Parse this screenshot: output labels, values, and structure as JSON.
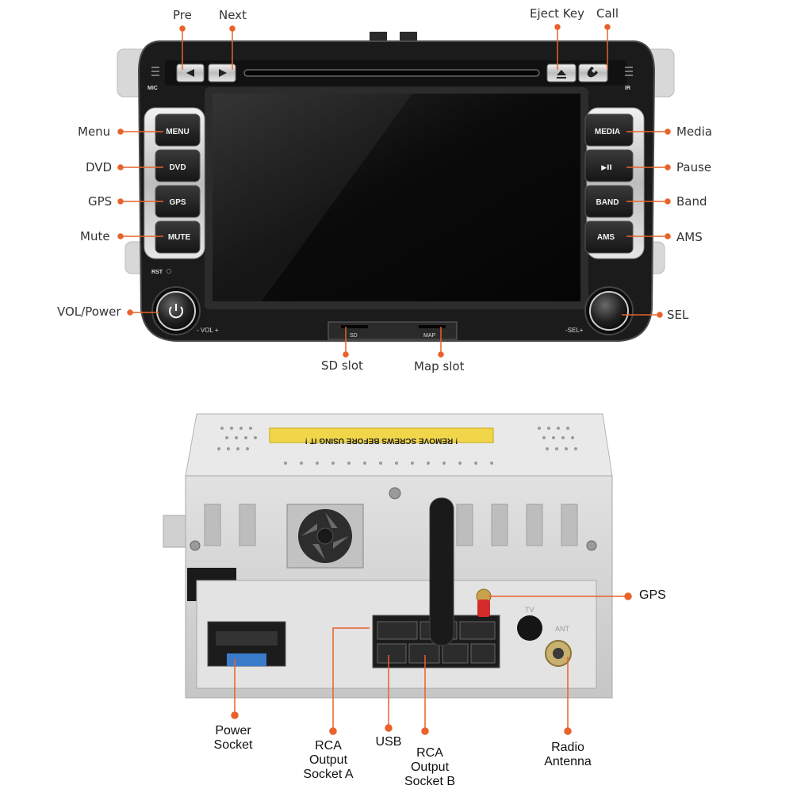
{
  "front_panel": {
    "buttons": {
      "menu": "MENU",
      "dvd": "DVD",
      "gps": "GPS",
      "mute": "MUTE",
      "media": "MEDIA",
      "play_pause": "▶II",
      "band": "BAND",
      "ams": "AMS"
    },
    "panel_labels": {
      "mic": "MIC",
      "ir": "IR",
      "rst": "RST",
      "vol": "- VOL +",
      "sel": "-SEL+",
      "sd": "SD",
      "map": "MAP"
    }
  },
  "front_callouts": {
    "pre": "Pre",
    "next": "Next",
    "eject_key": "Eject Key",
    "call": "Call",
    "menu": "Menu",
    "dvd": "DVD",
    "gps": "GPS",
    "mute": "Mute",
    "media": "Media",
    "pause": "Pause",
    "band": "Band",
    "ams": "AMS",
    "vol_power": "VOL/Power",
    "sel": "SEL",
    "sd_slot": "SD slot",
    "map_slot": "Map slot"
  },
  "rear_panel": {
    "sticker_text": "! REMOVE SCREWS BEFORE USING IT !",
    "tv_label": "TV",
    "ant_label": "ANT"
  },
  "rear_callouts": {
    "gps": "GPS",
    "power_socket": "Power\nSocket",
    "rca_a": "RCA\nOutput\nSocket A",
    "usb": "USB",
    "rca_b": "RCA\nOutput\nSocket B",
    "radio_antenna": "Radio\nAntenna"
  },
  "colors": {
    "callout_line": "#e8622a",
    "panel_dark": "#1a1a1a",
    "chrome": "#c9c9c9",
    "screen": "#0c0c0c",
    "chassis": "#d4d4d4"
  }
}
